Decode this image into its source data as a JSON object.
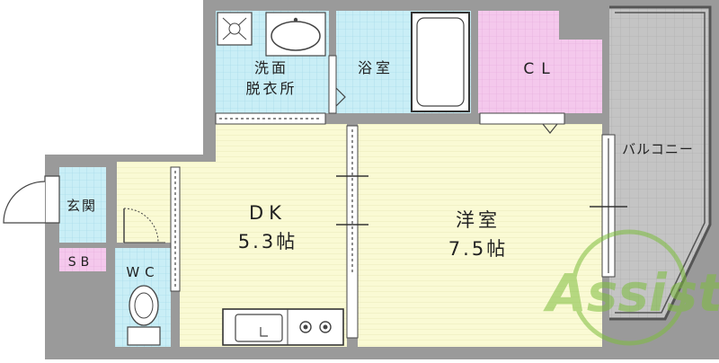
{
  "rooms": {
    "washroom": "洗面\n脱衣所",
    "bath": "浴室",
    "closet": "CL",
    "balcony": "バルコニー",
    "entrance": "玄関",
    "shoe_box": "SB",
    "toilet": "WC",
    "dk": {
      "name": "DK",
      "size": "5.3帖"
    },
    "western": {
      "name": "洋室",
      "size": "7.5帖"
    }
  },
  "watermark": "Assist",
  "colors": {
    "wall": "#8e8e8e",
    "outer_bg": "#d8d8d8",
    "tile_blue": "#c9eef6",
    "tile_pink": "#f4c8ec",
    "floor_yellow": "#fafad4",
    "balcony_grey": "#bdbdbd",
    "watermark_green": "#7dbe3c"
  }
}
